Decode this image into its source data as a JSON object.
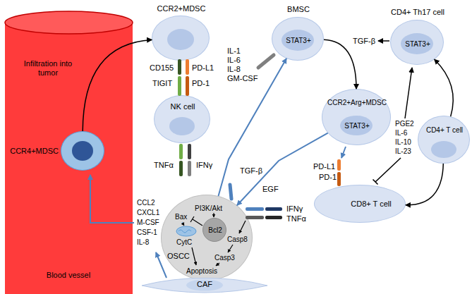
{
  "diagram": {
    "nodes": [
      {
        "text": [
          "Blood vessel"
        ]
      },
      {
        "text": [
          "CCR4+MDSC"
        ],
        "in": 0
      },
      {
        "text": [
          "CCR2+MDSC"
        ]
      },
      {
        "text": [
          "NK cell"
        ]
      },
      {
        "text": [
          "BMSC",
          "STAT3+"
        ]
      },
      {
        "text": [
          "CD4+ Th17 cell",
          "STAT3+"
        ]
      },
      {
        "text": [
          "CCR2+Arg+MDSC",
          "STAT3+"
        ]
      },
      {
        "text": [
          "CD4+ T cell"
        ]
      },
      {
        "text": [
          "OSCC"
        ]
      },
      {
        "text": [
          "Bcl2"
        ],
        "in": 8
      },
      {
        "text": [
          "CD8+ T cell"
        ]
      },
      {
        "text": [
          "CAF"
        ]
      }
    ],
    "edges": [
      {
        "from": 1,
        "to": 2,
        "arrow": "to",
        "label": "Infiltration into tumor"
      },
      {
        "from": 4,
        "to": 6,
        "arrow": "to"
      },
      {
        "from": 7,
        "to": 5,
        "arrow": "to"
      },
      {
        "from": 7,
        "to": 10,
        "arrow": "to"
      },
      {
        "from": 8,
        "to": 4,
        "arrow": "to"
      },
      {
        "from": 6,
        "to": 8,
        "arrow": "to"
      }
    ],
    "labels": [
      "CD155",
      "TIGIT",
      "PD-L1",
      "PD-1",
      "TNFα",
      "IFNγ",
      "IL-1",
      "IL-6",
      "IL-8",
      "GM-CSF",
      "TGF-β",
      "TGF-β",
      "EGF",
      "PGE2",
      "IL-6",
      "IL-10",
      "IL-23",
      "PD-L1",
      "PD-1",
      "IFNγ",
      "TNFα",
      "Bax",
      "PI3K/Akt",
      "CytC",
      "Casp8",
      "Casp3",
      "Apoptosis",
      "CCL2",
      "CXCL1",
      "M-CSF",
      "CSF-1",
      "IL-8"
    ]
  }
}
